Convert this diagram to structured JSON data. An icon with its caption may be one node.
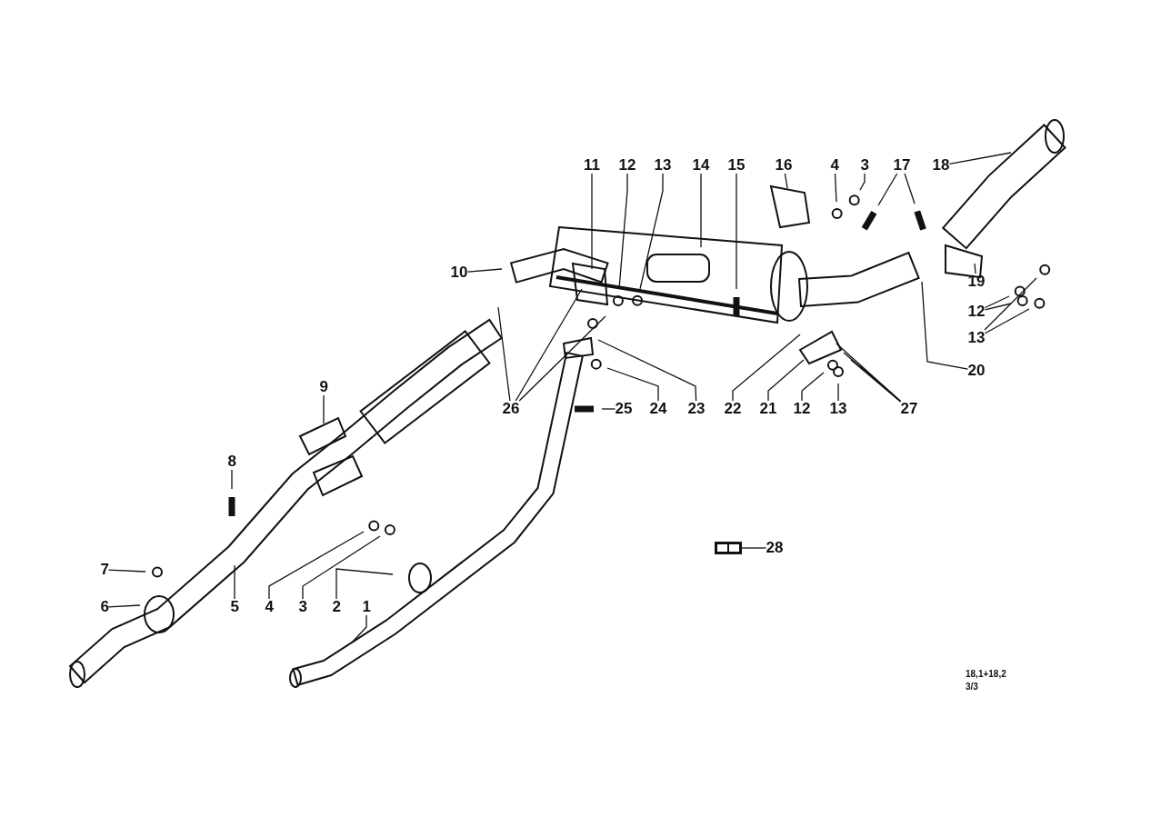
{
  "diagram": {
    "nodes": [
      {
        "text": [
          "11"
        ]
      },
      {
        "text": [
          "12"
        ]
      },
      {
        "text": [
          "13"
        ]
      },
      {
        "text": [
          "14"
        ]
      },
      {
        "text": [
          "15"
        ]
      },
      {
        "text": [
          "16"
        ]
      },
      {
        "text": [
          "4"
        ]
      },
      {
        "text": [
          "3"
        ]
      },
      {
        "text": [
          "17"
        ]
      },
      {
        "text": [
          "18"
        ]
      },
      {
        "text": [
          "10"
        ]
      },
      {
        "text": [
          "19"
        ]
      },
      {
        "text": [
          "12"
        ]
      },
      {
        "text": [
          "13"
        ]
      },
      {
        "text": [
          "20"
        ]
      },
      {
        "text": [
          "9"
        ]
      },
      {
        "text": [
          "26"
        ]
      },
      {
        "text": [
          "25"
        ]
      },
      {
        "text": [
          "24"
        ]
      },
      {
        "text": [
          "23"
        ]
      },
      {
        "text": [
          "22"
        ]
      },
      {
        "text": [
          "21"
        ]
      },
      {
        "text": [
          "12"
        ]
      },
      {
        "text": [
          "13"
        ]
      },
      {
        "text": [
          "27"
        ]
      },
      {
        "text": [
          "8"
        ]
      },
      {
        "text": [],
        "shape": "picture"
      },
      {
        "text": [
          "28"
        ]
      },
      {
        "text": [
          "7"
        ]
      },
      {
        "text": [
          "6"
        ]
      },
      {
        "text": [
          "5"
        ]
      },
      {
        "text": [
          "4"
        ]
      },
      {
        "text": [
          "3"
        ]
      },
      {
        "text": [
          "2"
        ]
      },
      {
        "text": [
          "1"
        ]
      }
    ],
    "edges": [
      {
        "from": 0,
        "to": null,
        "arrow": "none"
      },
      {
        "from": 1,
        "to": null,
        "arrow": "none"
      },
      {
        "from": 2,
        "to": null,
        "arrow": "none"
      },
      {
        "from": 3,
        "to": null,
        "arrow": "none"
      },
      {
        "from": 4,
        "to": null,
        "arrow": "none"
      },
      {
        "from": 5,
        "to": null,
        "arrow": "none"
      },
      {
        "from": 6,
        "to": null,
        "arrow": "none"
      },
      {
        "from": 7,
        "to": null,
        "arrow": "none"
      },
      {
        "from": 8,
        "to": null,
        "arrow": "none"
      },
      {
        "from": 8,
        "to": null,
        "arrow": "none"
      },
      {
        "from": 9,
        "to": null,
        "arrow": "none"
      },
      {
        "from": 10,
        "to": null,
        "arrow": "none"
      },
      {
        "from": 11,
        "to": null,
        "arrow": "none"
      },
      {
        "from": 12,
        "to": null,
        "arrow": "none"
      },
      {
        "from": 12,
        "to": null,
        "arrow": "none"
      },
      {
        "from": 13,
        "to": null,
        "arrow": "none"
      },
      {
        "from": 13,
        "to": null,
        "arrow": "none"
      },
      {
        "from": 14,
        "to": null,
        "arrow": "none"
      },
      {
        "from": 16,
        "to": null,
        "arrow": "none"
      },
      {
        "from": 16,
        "to": null,
        "arrow": "none"
      },
      {
        "from": 16,
        "to": null,
        "arrow": "none"
      },
      {
        "from": 17,
        "to": null,
        "arrow": "none"
      },
      {
        "from": 18,
        "to": null,
        "arrow": "none"
      },
      {
        "from": 19,
        "to": null,
        "arrow": "none"
      },
      {
        "from": 20,
        "to": null,
        "arrow": "none"
      },
      {
        "from": 21,
        "to": null,
        "arrow": "none"
      },
      {
        "from": 22,
        "to": null,
        "arrow": "none"
      },
      {
        "from": 23,
        "to": null,
        "arrow": "none"
      },
      {
        "from": 24,
        "to": null,
        "arrow": "none"
      },
      {
        "from": 24,
        "to": null,
        "arrow": "none"
      },
      {
        "from": 24,
        "to": null,
        "arrow": "none"
      },
      {
        "from": 24,
        "to": null,
        "arrow": "none"
      },
      {
        "from": 25,
        "to": null,
        "arrow": "none"
      },
      {
        "from": 27,
        "to": 26,
        "arrow": "none"
      },
      {
        "from": 28,
        "to": null,
        "arrow": "none"
      },
      {
        "from": 29,
        "to": null,
        "arrow": "none"
      },
      {
        "from": 30,
        "to": null,
        "arrow": "none"
      },
      {
        "from": 31,
        "to": null,
        "arrow": "none"
      },
      {
        "from": 32,
        "to": null,
        "arrow": "none"
      },
      {
        "from": 33,
        "to": null,
        "arrow": "none"
      },
      {
        "from": 34,
        "to": null,
        "arrow": "none"
      },
      {
        "from": 15,
        "to": null,
        "arrow": "none"
      }
    ],
    "labels": [
      "18,1+18,2",
      "3/3"
    ]
  }
}
